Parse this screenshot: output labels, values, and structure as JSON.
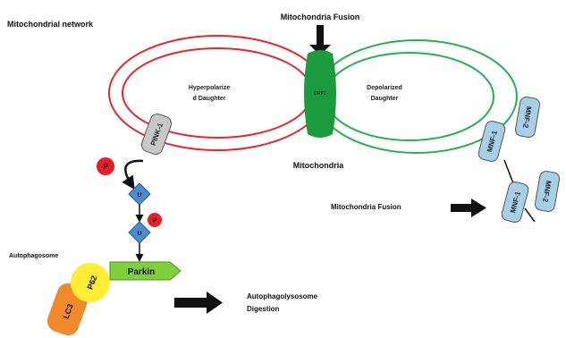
{
  "title": "Mitochondrial network",
  "fusion_top": "Mitochondria Fusion",
  "dnm_label": "DRP1",
  "left_ring": {
    "label_line1": "Hyperpolarize",
    "label_line2": "d Daughter"
  },
  "right_ring": {
    "label_line1": "Depolarized",
    "label_line2": "Daughter"
  },
  "mitochondria_label": "Mitochondria",
  "mitochondria_fusion_right": "Mitochondria Fusion",
  "pink1": "PINK-1",
  "phospho": "P",
  "ubiquitin": "U",
  "parkin": "Parkin",
  "autophagosome": "Autophagosome",
  "p62": "P62",
  "lc3": "LC3",
  "autophagolysosome_line1": "Autophagolysosome",
  "autophagolysosome_line2": "Digestion",
  "mnf": [
    "MNF-1",
    "MNF-2",
    "MNF-1",
    "MNF-2"
  ],
  "colors": {
    "left_ring": "#e8262b",
    "right_ring": "#22b14c",
    "fusion_body": "#1a9c3e",
    "pink1_fill": "#c8c8c8",
    "phospho_fill": "#e81d25",
    "ubiquitin_fill": "#4a8cd0",
    "parkin_fill": "#7fd03a",
    "p62_fill": "#ffee33",
    "lc3_fill": "#f08a2a",
    "mnf_fill": "#a6cfe8"
  }
}
